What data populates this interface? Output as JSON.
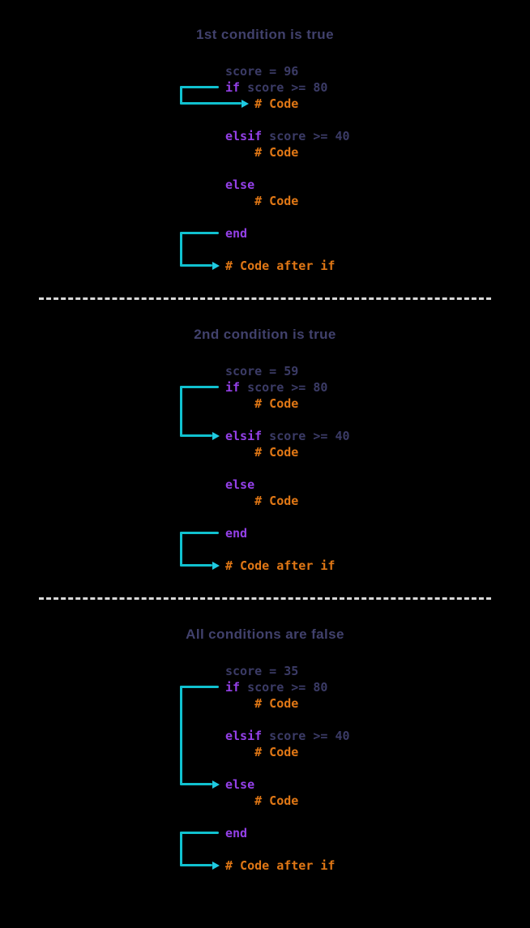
{
  "page": {
    "background": "#000000",
    "description": "Ruby if / elsif / else control-flow diagram with three scenarios"
  },
  "colors": {
    "title": "#41416C",
    "plain": "#3B3B66",
    "keyword": "#9440E8",
    "comment": "#E07715",
    "arrow": "#10C1CF",
    "arrow_head": "#1FCBE2",
    "divider": "#D8D8D8"
  },
  "sections": [
    {
      "title": "1st condition is true",
      "lines": [
        {
          "tokens": [
            {
              "t": "score = 96",
              "c": "plain"
            }
          ]
        },
        {
          "tokens": [
            {
              "t": "if",
              "c": "keyword"
            },
            {
              "t": " score >= 80",
              "c": "plain"
            }
          ]
        },
        {
          "tokens": [
            {
              "t": "    ",
              "c": "plain"
            },
            {
              "t": "# Code",
              "c": "comment"
            }
          ]
        },
        {
          "tokens": []
        },
        {
          "tokens": [
            {
              "t": "elsif",
              "c": "keyword"
            },
            {
              "t": " score >= 40",
              "c": "plain"
            }
          ]
        },
        {
          "tokens": [
            {
              "t": "    ",
              "c": "plain"
            },
            {
              "t": "# Code",
              "c": "comment"
            }
          ]
        },
        {
          "tokens": []
        },
        {
          "tokens": [
            {
              "t": "else",
              "c": "keyword"
            }
          ]
        },
        {
          "tokens": [
            {
              "t": "    ",
              "c": "plain"
            },
            {
              "t": "# Code",
              "c": "comment"
            }
          ]
        },
        {
          "tokens": []
        },
        {
          "tokens": [
            {
              "t": "end",
              "c": "keyword"
            }
          ]
        },
        {
          "tokens": []
        },
        {
          "tokens": [
            {
              "t": "# Code after if",
              "c": "comment"
            }
          ]
        }
      ],
      "arrows": [
        {
          "from_line": 1,
          "to_line": 2,
          "extended": true
        },
        {
          "from_line": 10,
          "to_line": 12,
          "extended": false
        }
      ]
    },
    {
      "title": "2nd condition is true",
      "lines": [
        {
          "tokens": [
            {
              "t": "score = 59",
              "c": "plain"
            }
          ]
        },
        {
          "tokens": [
            {
              "t": "if",
              "c": "keyword"
            },
            {
              "t": " score >= 80",
              "c": "plain"
            }
          ]
        },
        {
          "tokens": [
            {
              "t": "    ",
              "c": "plain"
            },
            {
              "t": "# Code",
              "c": "comment"
            }
          ]
        },
        {
          "tokens": []
        },
        {
          "tokens": [
            {
              "t": "elsif",
              "c": "keyword"
            },
            {
              "t": " score >= 40",
              "c": "plain"
            }
          ]
        },
        {
          "tokens": [
            {
              "t": "    ",
              "c": "plain"
            },
            {
              "t": "# Code",
              "c": "comment"
            }
          ]
        },
        {
          "tokens": []
        },
        {
          "tokens": [
            {
              "t": "else",
              "c": "keyword"
            }
          ]
        },
        {
          "tokens": [
            {
              "t": "    ",
              "c": "plain"
            },
            {
              "t": "# Code",
              "c": "comment"
            }
          ]
        },
        {
          "tokens": []
        },
        {
          "tokens": [
            {
              "t": "end",
              "c": "keyword"
            }
          ]
        },
        {
          "tokens": []
        },
        {
          "tokens": [
            {
              "t": "# Code after if",
              "c": "comment"
            }
          ]
        }
      ],
      "arrows": [
        {
          "from_line": 1,
          "to_line": 4,
          "extended": false
        },
        {
          "from_line": 10,
          "to_line": 12,
          "extended": false
        }
      ]
    },
    {
      "title": "All conditions are false",
      "lines": [
        {
          "tokens": [
            {
              "t": "score = 35",
              "c": "plain"
            }
          ]
        },
        {
          "tokens": [
            {
              "t": "if",
              "c": "keyword"
            },
            {
              "t": " score >= 80",
              "c": "plain"
            }
          ]
        },
        {
          "tokens": [
            {
              "t": "    ",
              "c": "plain"
            },
            {
              "t": "# Code",
              "c": "comment"
            }
          ]
        },
        {
          "tokens": []
        },
        {
          "tokens": [
            {
              "t": "elsif",
              "c": "keyword"
            },
            {
              "t": " score >= 40",
              "c": "plain"
            }
          ]
        },
        {
          "tokens": [
            {
              "t": "    ",
              "c": "plain"
            },
            {
              "t": "# Code",
              "c": "comment"
            }
          ]
        },
        {
          "tokens": []
        },
        {
          "tokens": [
            {
              "t": "else",
              "c": "keyword"
            }
          ]
        },
        {
          "tokens": [
            {
              "t": "    ",
              "c": "plain"
            },
            {
              "t": "# Code",
              "c": "comment"
            }
          ]
        },
        {
          "tokens": []
        },
        {
          "tokens": [
            {
              "t": "end",
              "c": "keyword"
            }
          ]
        },
        {
          "tokens": []
        },
        {
          "tokens": [
            {
              "t": "# Code after if",
              "c": "comment"
            }
          ]
        }
      ],
      "arrows": [
        {
          "from_line": 1,
          "to_line": 7,
          "extended": false
        },
        {
          "from_line": 10,
          "to_line": 12,
          "extended": false
        }
      ]
    }
  ]
}
